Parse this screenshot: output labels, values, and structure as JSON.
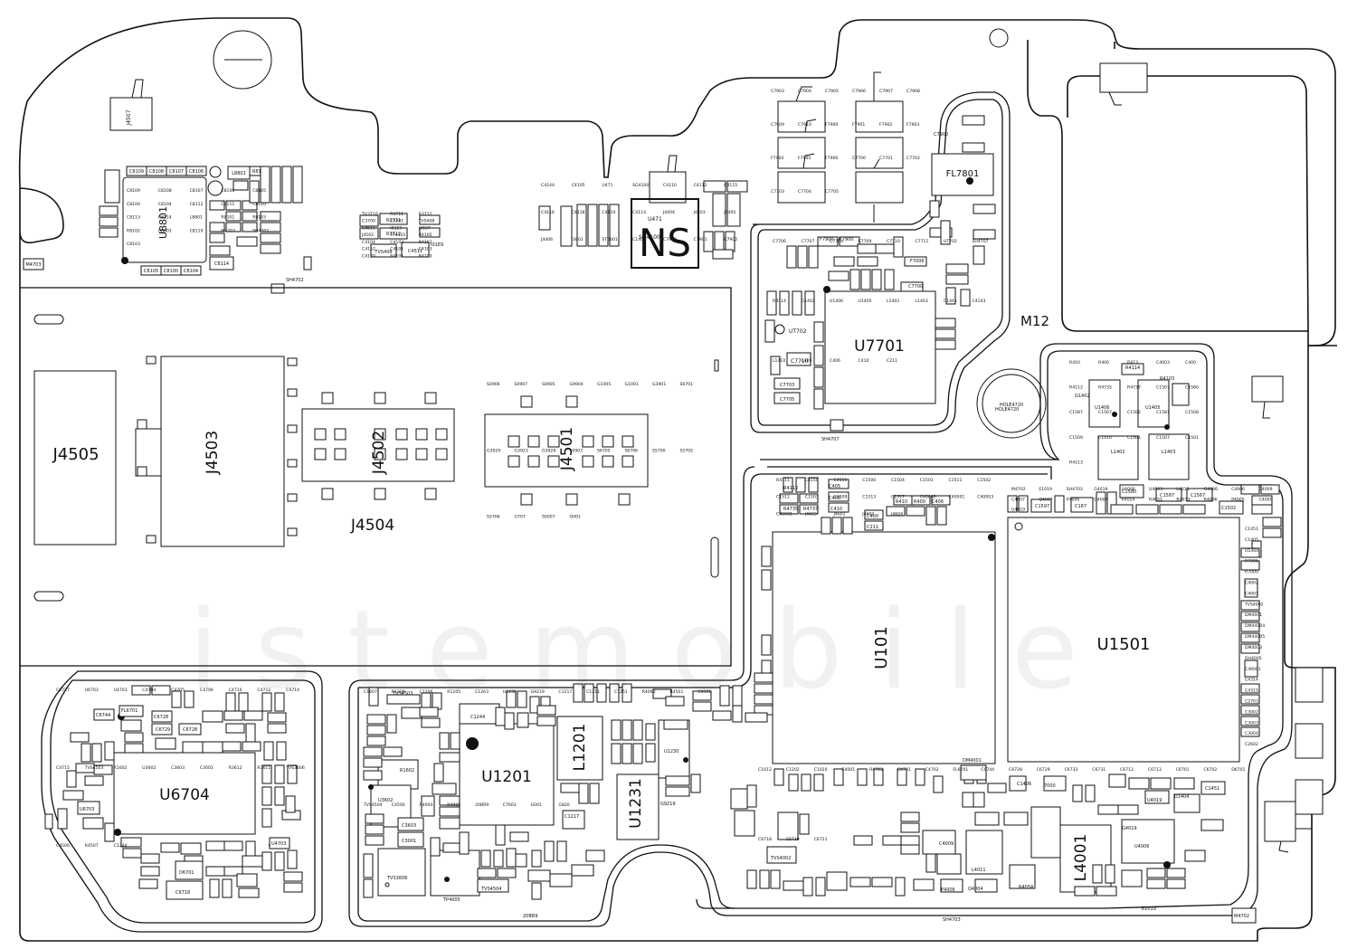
{
  "board": {
    "revision": "M12",
    "hole_label": "HOLE4720",
    "watermark": "istemobile",
    "major_labels": [
      "J4505",
      "J4503",
      "J4502",
      "J4501",
      "J4504",
      "U101",
      "U1501",
      "U7701",
      "U6704",
      "U1201",
      "L1201",
      "U1231",
      "L4001",
      "FL7801"
    ],
    "minor_labels": [
      "C8109",
      "C8108",
      "C8107",
      "C8106",
      "C8105",
      "C8100",
      "C8104",
      "C8112",
      "C8111",
      "C8110",
      "C8113",
      "C8114",
      "L8801",
      "R8101",
      "R8103",
      "R8102",
      "U8801",
      "C8119",
      "M4703",
      "SH4702",
      "C8103",
      "TV3710",
      "R3711",
      "R3712",
      "C3700",
      "C3701",
      "TVS408",
      "C4511",
      "I01E9",
      "J4507",
      "J4502",
      "TP4101",
      "R4105",
      "C4104",
      "C4102",
      "R4103",
      "C4152",
      "C4101",
      "C4103",
      "C4120",
      "R4101",
      "R4100",
      "C4144",
      "C4105",
      "U471",
      "SG4100",
      "C4110",
      "C4112",
      "C4115",
      "C4116",
      "C4118",
      "C4119",
      "C4114",
      "J4404",
      "J4403",
      "J4405",
      "J4406",
      "J3801",
      "ST0001",
      "C1432",
      "C7900",
      "C7901",
      "C7902",
      "C7903",
      "C7904",
      "C7905",
      "C7906",
      "C7907",
      "C7908",
      "C7909",
      "C7910",
      "F7900",
      "F7901",
      "F7902",
      "F7903",
      "F7904",
      "F7905",
      "F7906",
      "C7700",
      "C7701",
      "C7702",
      "C7703",
      "C7704",
      "C7705",
      "C7706",
      "C7707",
      "C7708",
      "C7709",
      "C7710",
      "C7711",
      "UT702",
      "SH4707",
      "R4114",
      "G1402",
      "U1406",
      "U1405",
      "L1402",
      "L1403",
      "C1441",
      "C4143",
      "L1410",
      "C405",
      "C406",
      "C410",
      "C211",
      "R410",
      "R400",
      "R413",
      "C4003",
      "C400",
      "R4112",
      "R4735",
      "R4737",
      "C1507",
      "C1580",
      "C1587",
      "C1567",
      "C1502",
      "C1581",
      "C1508",
      "C1509",
      "C1510",
      "C1501",
      "C1507",
      "C1501",
      "R4113",
      "R4111",
      "C4150",
      "C4151",
      "C1500",
      "C1504",
      "C1501",
      "C1511",
      "C1502",
      "C1512",
      "C1503",
      "C1509",
      "C1513",
      "C1517",
      "C40000",
      "C40001",
      "C40003",
      "C40005",
      "J4603",
      "J4601",
      "J4602",
      "J4604",
      "M4702",
      "E1019",
      "SH4703",
      "G4019",
      "U4006",
      "U4003",
      "L4011",
      "G4006",
      "C4006",
      "C4009",
      "C4007",
      "Q4007",
      "P4006",
      "Q4004",
      "R4054",
      "R4055",
      "R4033",
      "R4036",
      "P4005",
      "C4000",
      "U4019",
      "C1451",
      "C1405",
      "U1404",
      "R7006",
      "R7000",
      "C4002",
      "C4001",
      "TVS4002",
      "DM4001",
      "DM44004",
      "DM44005",
      "DM4003",
      "DH4005",
      "C46001",
      "C4314",
      "C4315",
      "C2703",
      "C3002",
      "C3003",
      "C3004",
      "C2602",
      "C1012",
      "C1202",
      "C1020",
      "C4001",
      "R4703",
      "C4701",
      "C4702",
      "FL6701",
      "C6744",
      "C6728",
      "C6729",
      "C6733",
      "C6731",
      "C6712",
      "C6713",
      "C6701",
      "C6702",
      "D6701",
      "C6718",
      "C6719",
      "C6721",
      "C6727",
      "U6703",
      "U4703",
      "C4704",
      "C4705",
      "C4706",
      "C4710",
      "C4712",
      "C4714",
      "C4715",
      "TVS4503",
      "R1602",
      "U3602",
      "C3603",
      "C3001",
      "R3612",
      "R3611",
      "TVS3606",
      "C4506",
      "R4507",
      "C1244",
      "C1607",
      "R1209",
      "C1206",
      "R1205",
      "C1263",
      "U1230",
      "G9219",
      "C1217",
      "C1211",
      "C1251",
      "R4060",
      "R4501",
      "C4501",
      "TVS4504",
      "C4500",
      "R4004",
      "R4005",
      "20BR9",
      "C7603",
      "G001",
      "G820",
      "S0906",
      "S0907",
      "S0905",
      "G9904",
      "G1005",
      "G1001",
      "G3901",
      "S6701",
      "G3929",
      "G3923",
      "G3928",
      "S0903",
      "S6705",
      "S6706",
      "S5700",
      "S5705",
      "S5706",
      "G707",
      "S0007",
      "O001"
    ]
  }
}
